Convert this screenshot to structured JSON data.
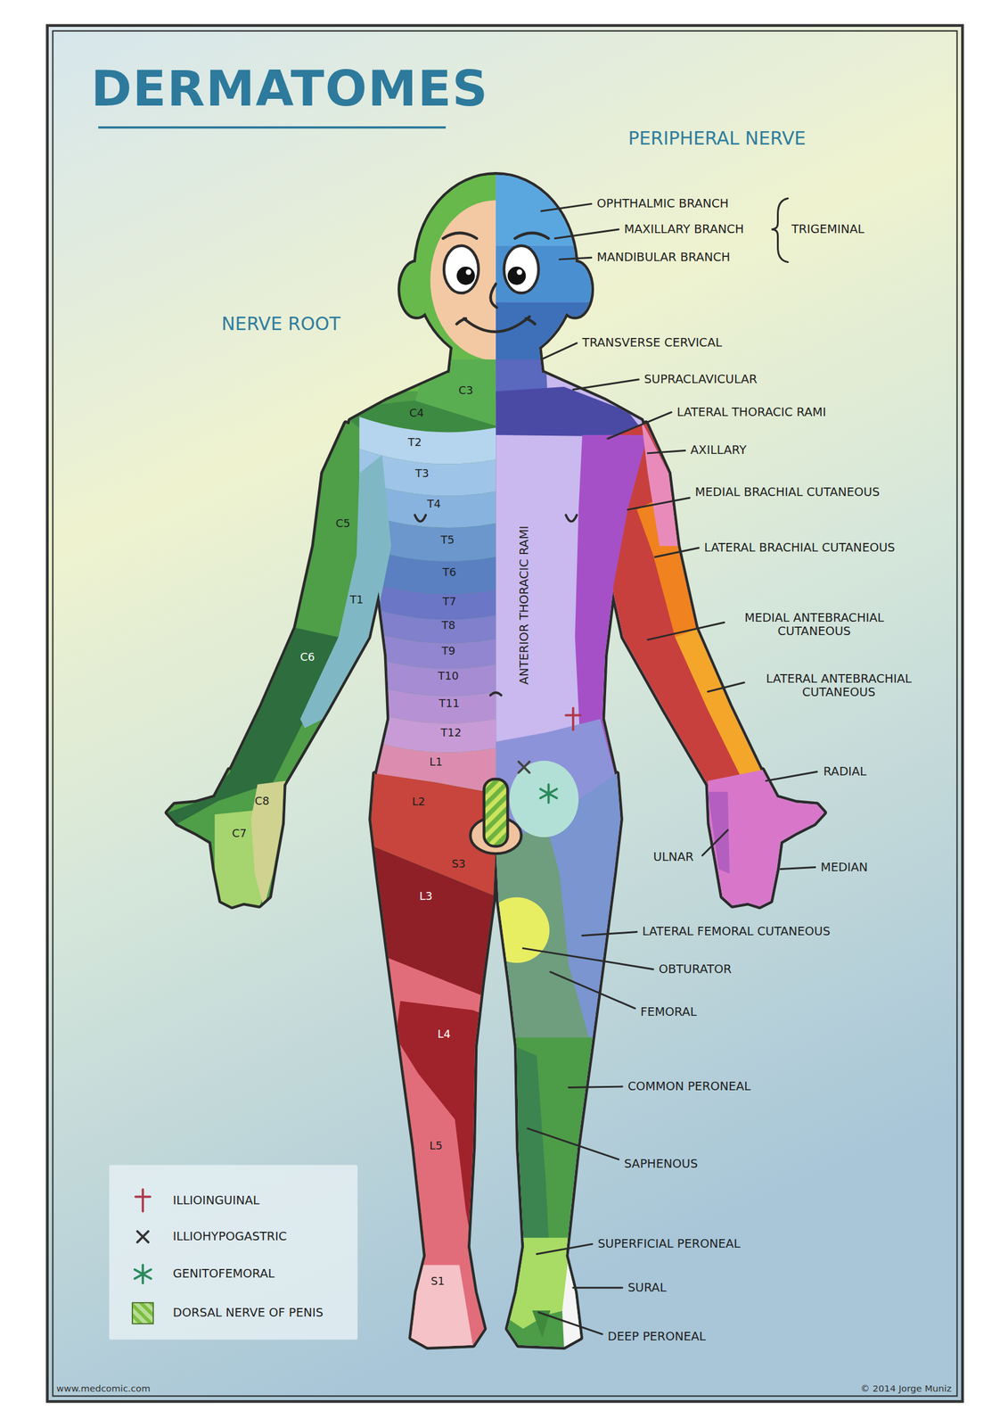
{
  "diagram": {
    "title": "DERMATOMES",
    "labels": [
      "PERIPHERAL NERVE",
      "NERVE ROOT",
      "OPHTHALMIC BRANCH",
      "MAXILLARY BRANCH",
      "MANDIBULAR BRANCH",
      "TRIGEMINAL",
      "TRANSVERSE CERVICAL",
      "SUPRACLAVICULAR",
      "LATERAL THORACIC RAMI",
      "AXILLARY",
      "MEDIAL BRACHIAL CUTANEOUS",
      "LATERAL BRACHIAL CUTANEOUS",
      "MEDIAL ANTEBRACHIAL CUTANEOUS",
      "LATERAL ANTEBRACHIAL CUTANEOUS",
      "ANTERIOR THORACIC RAMI",
      "RADIAL",
      "ULNAR",
      "MEDIAN",
      "LATERAL FEMORAL CUTANEOUS",
      "OBTURATOR",
      "FEMORAL",
      "COMMON PERONEAL",
      "SAPHENOUS",
      "SUPERFICIAL PERONEAL",
      "SURAL",
      "DEEP PERONEAL",
      "C3",
      "C4",
      "T2",
      "T3",
      "T4",
      "C5",
      "T5",
      "T6",
      "T7",
      "T8",
      "T9",
      "T10",
      "T11",
      "T12",
      "T1",
      "C6",
      "L1",
      "L2",
      "C8",
      "C7",
      "S3",
      "L3",
      "L4",
      "L5",
      "S1",
      "www.medcomic.com",
      "© 2014 Jorge Muniz"
    ],
    "legend": [
      {
        "text": "ILLIOINGUINAL"
      },
      {
        "text": "ILLIOHYPOGASTRIC"
      },
      {
        "text": "GENITOFEMORAL"
      },
      {
        "text": "DORSAL NERVE OF PENIS",
        "color": "#7cbf3f"
      }
    ]
  }
}
